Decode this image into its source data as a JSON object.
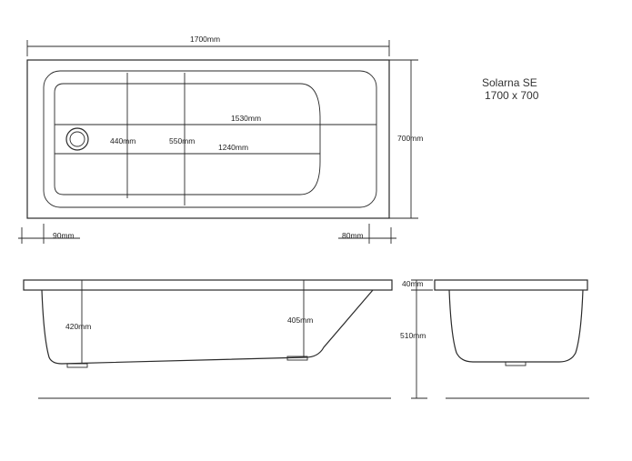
{
  "model": {
    "name": "Solarna SE",
    "size": "1700 x 700"
  },
  "plan": {
    "overall_length": "1700mm",
    "overall_width": "700mm",
    "inner_length": "1530mm",
    "floor_length": "1240mm",
    "width_440": "440mm",
    "width_550": "550mm",
    "left_rim": "90mm",
    "right_rim": "80mm"
  },
  "side": {
    "height_left": "420mm",
    "height_right": "405mm"
  },
  "end": {
    "rim": "40mm",
    "total_height": "510mm"
  }
}
